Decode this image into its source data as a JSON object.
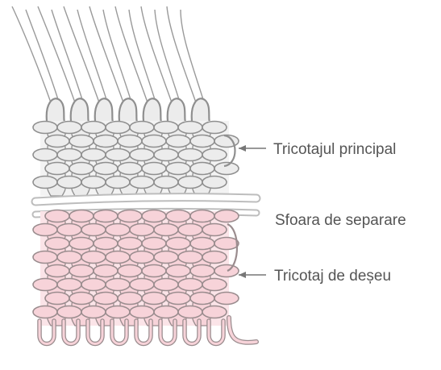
{
  "labels": {
    "main_knitting": "Tricotajul principal",
    "separation_string": "Sfoara de separare",
    "waste_knitting": "Tricotaj de deșeu"
  },
  "colors": {
    "main_yarn_fill": "#ececec",
    "main_yarn_outline": "#8f8f8f",
    "waste_yarn_fill": "#f7d3d9",
    "waste_yarn_outline": "#9a8c8e",
    "string_fill": "#ffffff",
    "label_text": "#555555",
    "arrow": "#777777"
  },
  "structure": {
    "wale_count": 7,
    "main_rows": 5,
    "waste_rows": 8
  }
}
